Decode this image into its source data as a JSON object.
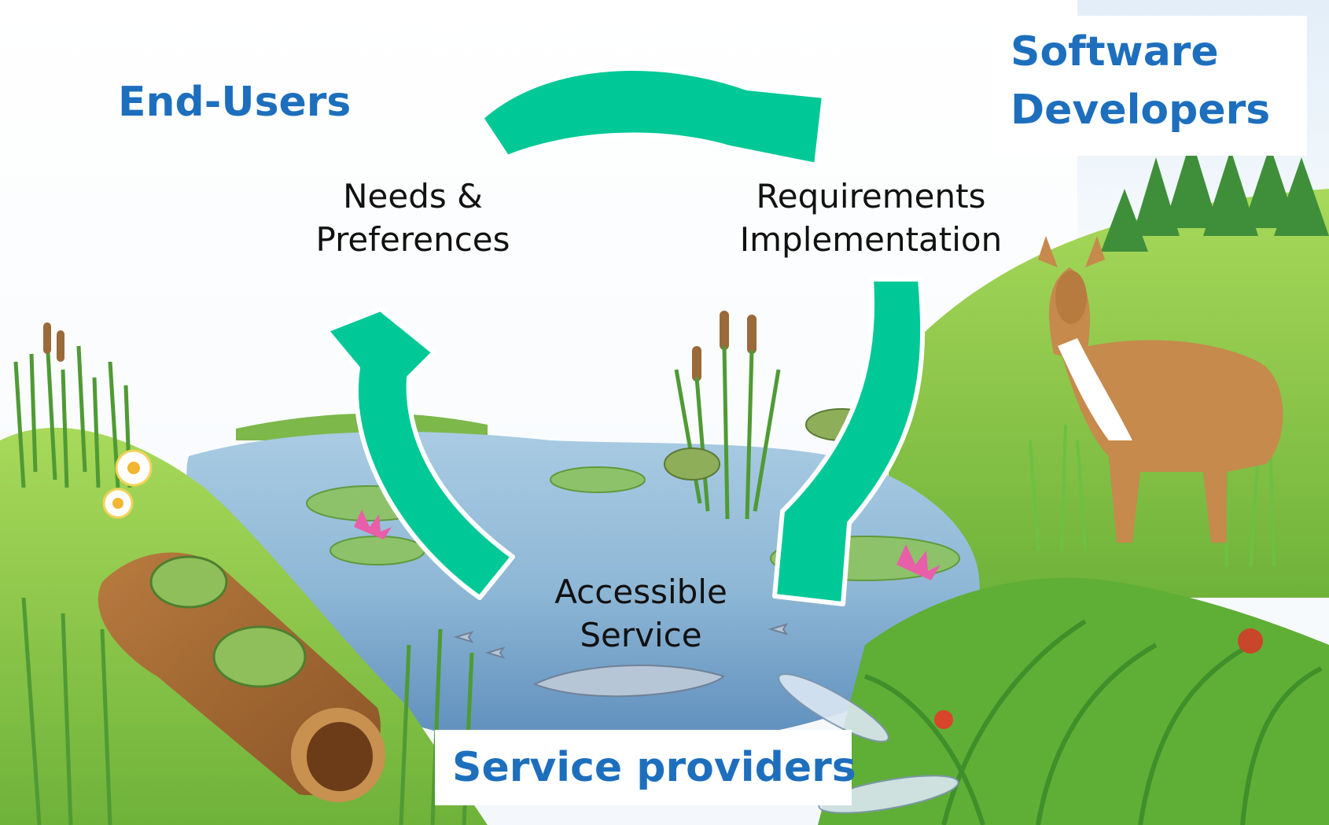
{
  "actors": {
    "end_users": "End-Users",
    "software_developers": [
      "Software",
      "Developers"
    ],
    "service_providers": "Service providers"
  },
  "stages": {
    "needs": [
      "Needs &",
      "Preferences"
    ],
    "requirements": [
      "Requirements",
      "Implementation"
    ],
    "service": [
      "Accessible",
      "Service"
    ]
  },
  "colors": {
    "actor_text": "#1d6fbd",
    "arrow_fill": "#00c896",
    "arrow_stroke": "#ffffff",
    "stage_text": "#111111",
    "water": "#8fb8d6",
    "grass": "#7cc242"
  }
}
